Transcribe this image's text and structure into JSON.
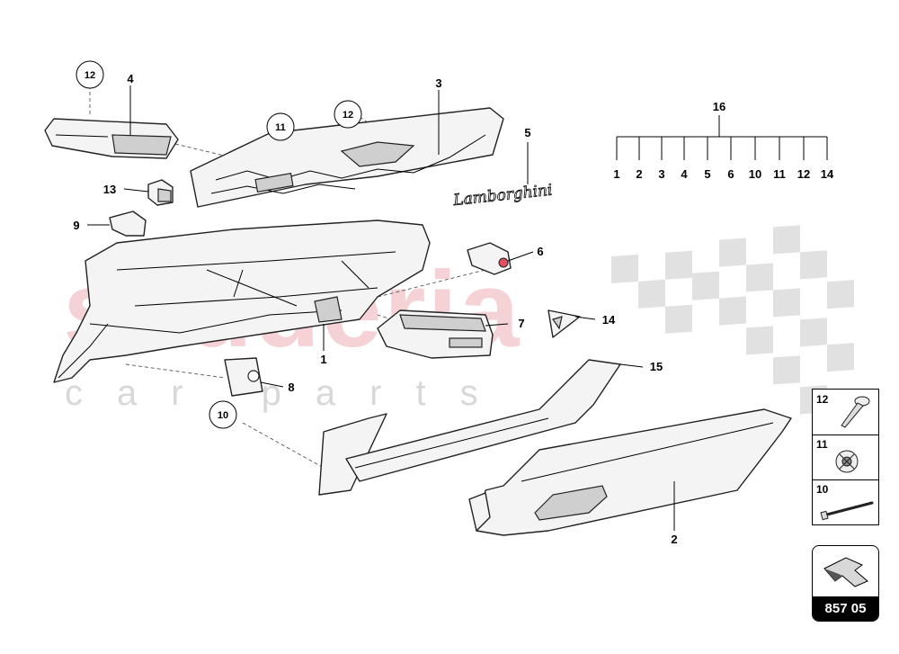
{
  "diagram": {
    "watermark": {
      "main": "scuderia",
      "sub": "car parts"
    },
    "reference_code": "857 05",
    "callouts": {
      "c12a": "12",
      "c11": "11",
      "c12b": "12",
      "c10": "10"
    },
    "labels": {
      "p1": "1",
      "p2": "2",
      "p3": "3",
      "p4": "4",
      "p5": "5",
      "p6": "6",
      "p7": "7",
      "p8": "8",
      "p9": "9",
      "p13": "13",
      "p14": "14",
      "p15": "15"
    },
    "group": {
      "parent": "16",
      "children": [
        "1",
        "2",
        "3",
        "4",
        "5",
        "6",
        "10",
        "11",
        "12",
        "14"
      ]
    },
    "emblem_text": "Lamborghini",
    "fasteners": [
      {
        "id": "12",
        "icon": "screw-icon"
      },
      {
        "id": "11",
        "icon": "clip-nut-icon"
      },
      {
        "id": "10",
        "icon": "rivet-pin-icon"
      }
    ]
  }
}
